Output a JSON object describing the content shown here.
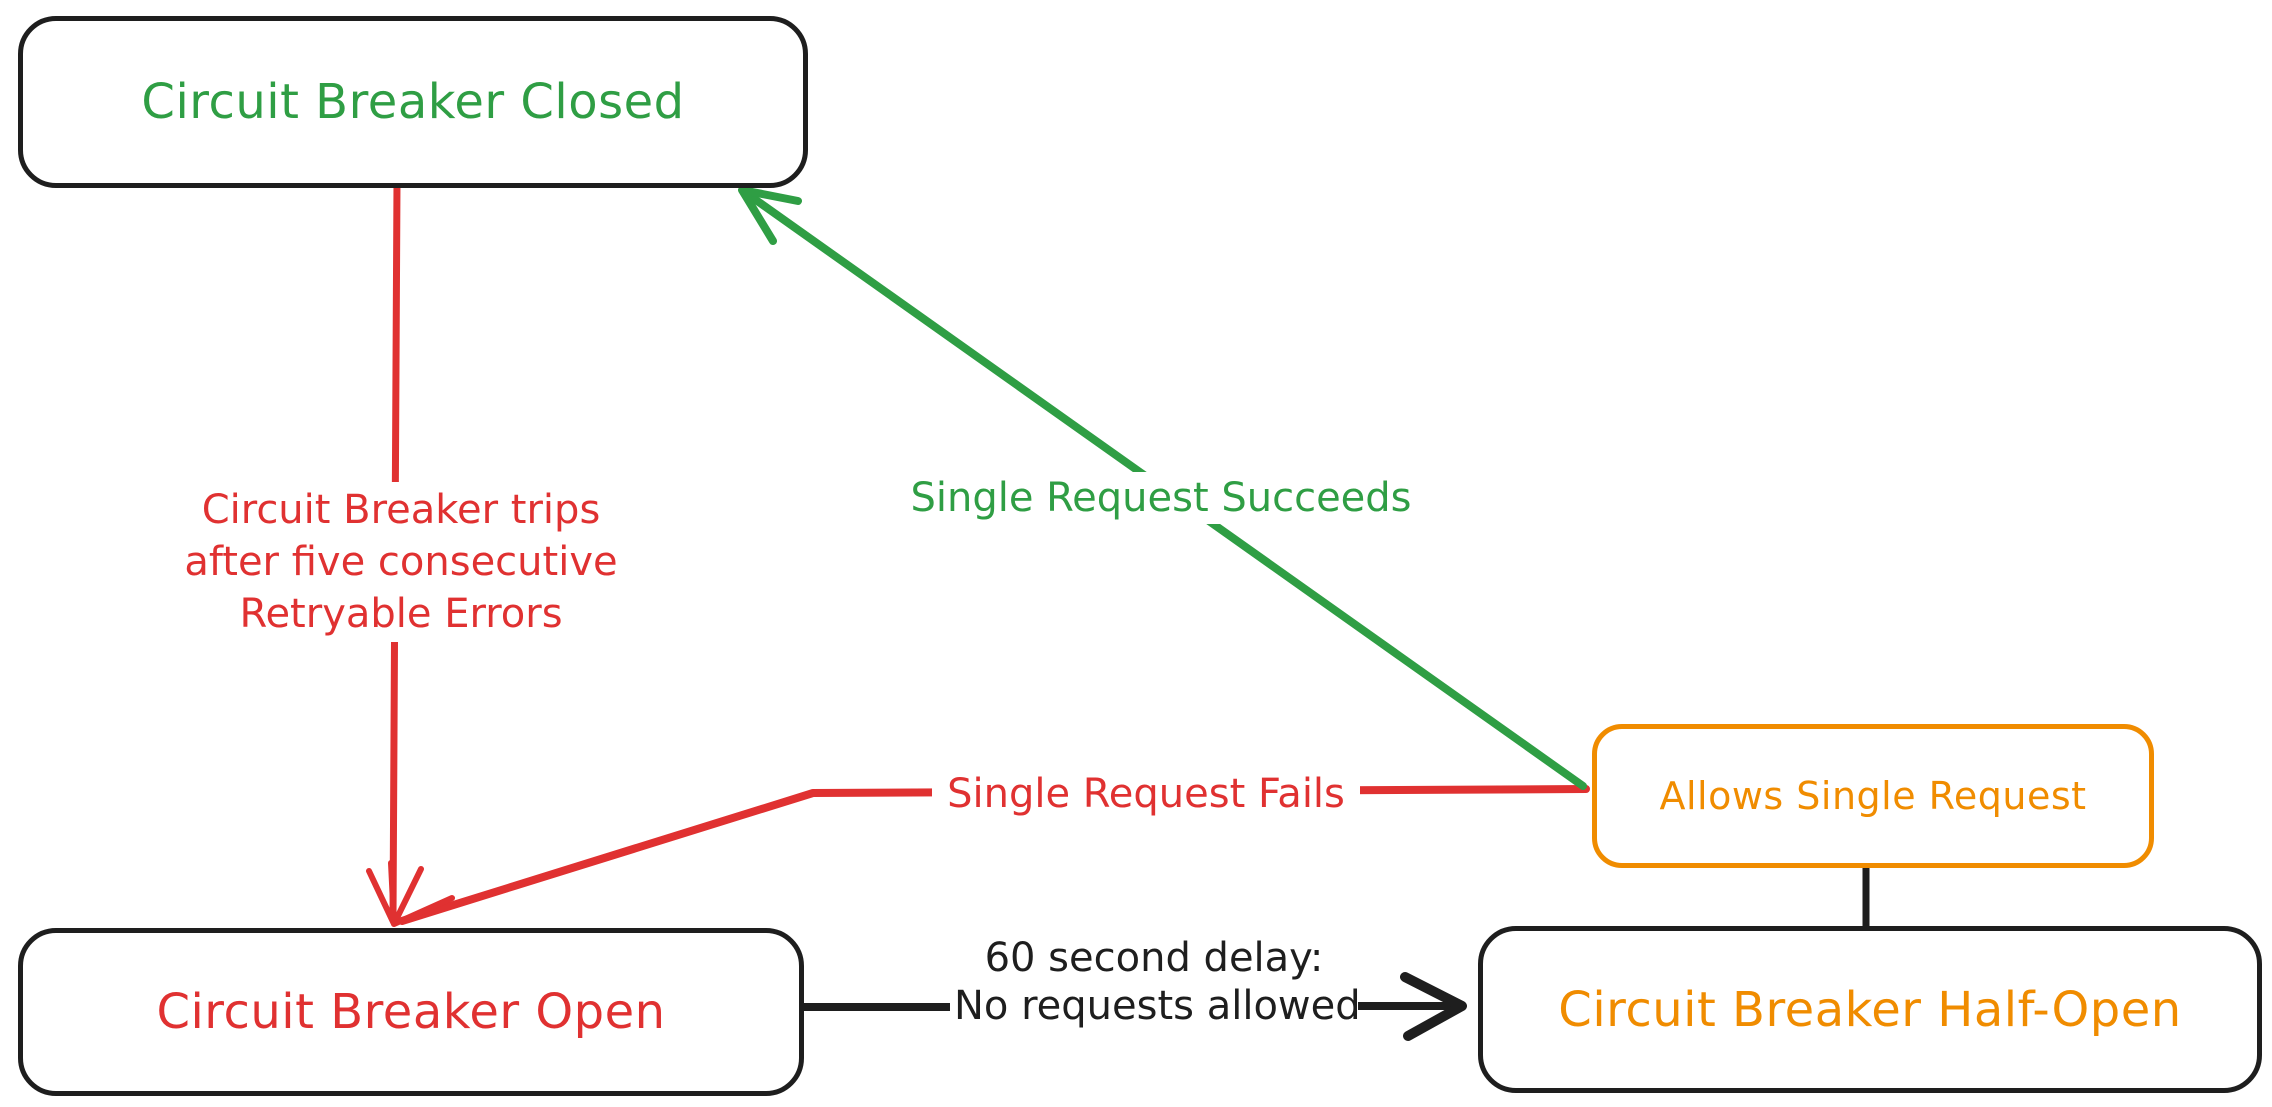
{
  "canvas": {
    "background": "#ffffff"
  },
  "palette": {
    "green": "#2f9e44",
    "red": "#e03131",
    "orange": "#f08c00",
    "ink": "#1e1e1e"
  },
  "diagram": {
    "type": "state-diagram",
    "nodes": {
      "closed": {
        "label": "Circuit Breaker Closed",
        "text_color": "#2f9e44",
        "border_color": "#1e1e1e"
      },
      "open": {
        "label": "Circuit Breaker Open",
        "text_color": "#e03131",
        "border_color": "#1e1e1e"
      },
      "half_open": {
        "label": "Circuit Breaker Half-Open",
        "text_color": "#f08c00",
        "border_color": "#1e1e1e"
      },
      "allows_single_request": {
        "label": "Allows Single Request",
        "text_color": "#f08c00",
        "border_color": "#f08c00"
      }
    },
    "edges": {
      "trips": {
        "from": "closed",
        "to": "open",
        "color": "#e03131",
        "arrow": true,
        "lines": [
          "Circuit Breaker trips",
          "after five consecutive",
          "Retryable Errors"
        ]
      },
      "succeeds": {
        "from": "allows_single_request",
        "to": "closed",
        "color": "#2f9e44",
        "arrow": true,
        "label": "Single Request Succeeds"
      },
      "fails": {
        "from": "allows_single_request",
        "to": "open",
        "color": "#e03131",
        "arrow": true,
        "label": "Single Request Fails"
      },
      "delay": {
        "from": "open",
        "to": "half_open",
        "color": "#1e1e1e",
        "arrow": true,
        "lines": [
          "60 second delay:",
          "No requests allowed"
        ]
      },
      "probe": {
        "from": "half_open",
        "to": "allows_single_request",
        "color": "#1e1e1e",
        "arrow": false,
        "label": ""
      }
    }
  }
}
